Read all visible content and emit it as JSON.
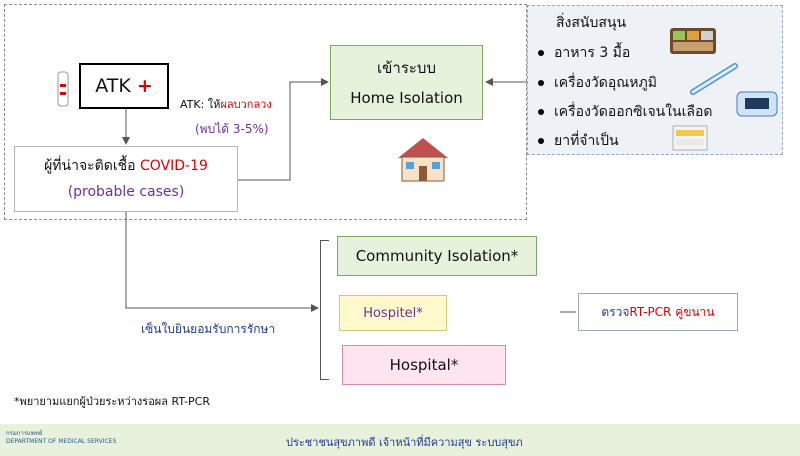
{
  "atk": {
    "label": "ATK",
    "plus": "+"
  },
  "atk_note": {
    "prefix": "ATK: ให้",
    "highlight": "ผลบวกลวง",
    "rate": "(พบได้ 3-5%)"
  },
  "probable": {
    "line1_prefix": "ผู้ที่น่าจะติดเชื้อ ",
    "line1_highlight": "COVID-19",
    "line2": "(probable cases)"
  },
  "home_isolation": {
    "line1": "เข้าระบบ",
    "line2": "Home Isolation"
  },
  "support": {
    "title": "สิ่งสนับสนุน",
    "items": [
      "อาหาร 3 มื้อ",
      "เครื่องวัดอุณหภูมิ",
      "เครื่องวัดออกซิเจนในเลือด",
      "ยาที่จำเป็น"
    ]
  },
  "community_isolation": "Community Isolation*",
  "hospitel": "Hospitel*",
  "hospital": "Hospital*",
  "consent": "เซ็นใบยินยอมรับการรักษา",
  "rtpcr": {
    "prefix": "ตรวจ ",
    "highlight": "RT-PCR คู่ขนาน"
  },
  "footnote": "*พยายามแยกผู้ป่วยระหว่างรอผล RT-PCR",
  "footer": {
    "org_thai": "กรมการแพทย์",
    "org_en": "DEPARTMENT OF MEDICAL SERVICES",
    "slogan": "ประชาชนสุขภาพดี เจ้าหน้าที่มีความสุข ระบบสุขภ"
  }
}
